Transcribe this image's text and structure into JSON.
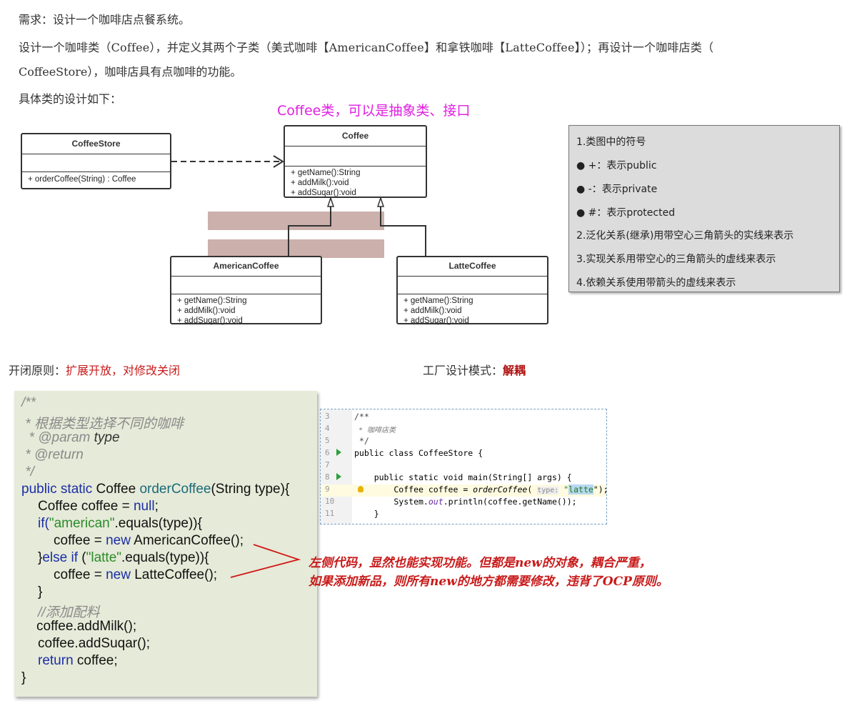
{
  "intro": {
    "line1": "需求：设计一个咖啡店点餐系统。",
    "line2a": "设计一个咖啡类（Coffee），并定义其两个子类（美式咖啡【AmericanCoffee】和拿铁咖啡【LatteCoffee】）；再设计一个咖啡店类（",
    "line2b": "CoffeeStore），咖啡店具有点咖啡的功能。",
    "line3": "具体类的设计如下："
  },
  "diagram": {
    "note": "Coffee类，可以是抽象类、接口",
    "coffee_store": {
      "name": "CoffeeStore",
      "ops": [
        "+ orderCoffee(String) : Coffee"
      ]
    },
    "coffee": {
      "name": "Coffee",
      "ops": [
        "+ getName():String",
        "+ addMilk():void",
        "+ addSuqar():void"
      ]
    },
    "american": {
      "name": "AmericanCoffee",
      "ops": [
        "+ getName():String",
        "+ addMilk():void",
        "+ addSuqar():void"
      ]
    },
    "latte": {
      "name": "LatteCoffee",
      "ops": [
        "+ getName():String",
        "+ addMilk():void",
        "+ addSuqar():void"
      ]
    }
  },
  "legend": {
    "items": [
      "1.类图中的符号",
      "●  +：表示public",
      "●  -：表示private",
      "●  #：表示protected",
      "2.泛化关系(继承)用带空心三角箭头的实线来表示",
      "3.实现关系用带空心的三角箭头的虚线来表示",
      "4.依赖关系使用带箭头的虚线来表示"
    ]
  },
  "principles": {
    "ocp_label": "开闭原则：",
    "ocp_value": "扩展开放，对修改关闭",
    "factory_label": "工厂设计模式：",
    "factory_value": "解耦"
  },
  "code_left": {
    "l1": "/**",
    "l2": " * 根据类型选择不同的咖啡",
    "l3a": "  * @param ",
    "l3b": "type",
    "l4": " * @return",
    "l5": " */",
    "l6a": "public static ",
    "l6b": "Coffee ",
    "l6c": "orderCoffee",
    "l6d": "(String type){",
    "l7a": "Coffee coffee = ",
    "l7b": "null",
    "l7c": ";",
    "l8a": "if(",
    "l8b": "\"american\"",
    "l8c": ".equals(type)){",
    "l9a": "coffee = ",
    "l9b": "new ",
    "l9c": "AmericanCoffee();",
    "l10a": "}",
    "l10b": "else if ",
    "l10c": "(",
    "l10d": "\"latte\"",
    "l10e": ".equals(type)){",
    "l11a": "coffee = ",
    "l11b": "new ",
    "l11c": "LatteCoffee();",
    "l12": "}",
    "l13": "//添加配料",
    "l14": "coffee.addMilk();",
    "l15": "coffee.addSuqar();",
    "l16a": "return ",
    "l16b": "coffee;",
    "l17": "}"
  },
  "ide": {
    "rows": [
      {
        "num": "3",
        "code": "/**"
      },
      {
        "num": "4",
        "code": " * 咖啡店类"
      },
      {
        "num": "5",
        "code": " */"
      },
      {
        "num": "6",
        "code": "public class CoffeeStore {"
      },
      {
        "num": "7",
        "code": ""
      },
      {
        "num": "8",
        "code": "    public static void main(String[] args) {"
      },
      {
        "num": "9",
        "code_a": "        Coffee coffee = ",
        "code_b": "orderCoffee",
        "code_c": "( ",
        "hint": "type:",
        "code_d": " \"",
        "code_e": "latte",
        "code_f": "\");"
      },
      {
        "num": "10",
        "code_a": "        System.",
        "code_b": "out",
        "code_c": ".println(coffee.getName());"
      },
      {
        "num": "11",
        "code": "    }"
      }
    ]
  },
  "annotation": {
    "line1": "左侧代码，显然也能实现功能。但都是new的对象，耦合严重，",
    "line2": "如果添加新品，则所有new的地方都需要修改，违背了OCP原则。"
  }
}
